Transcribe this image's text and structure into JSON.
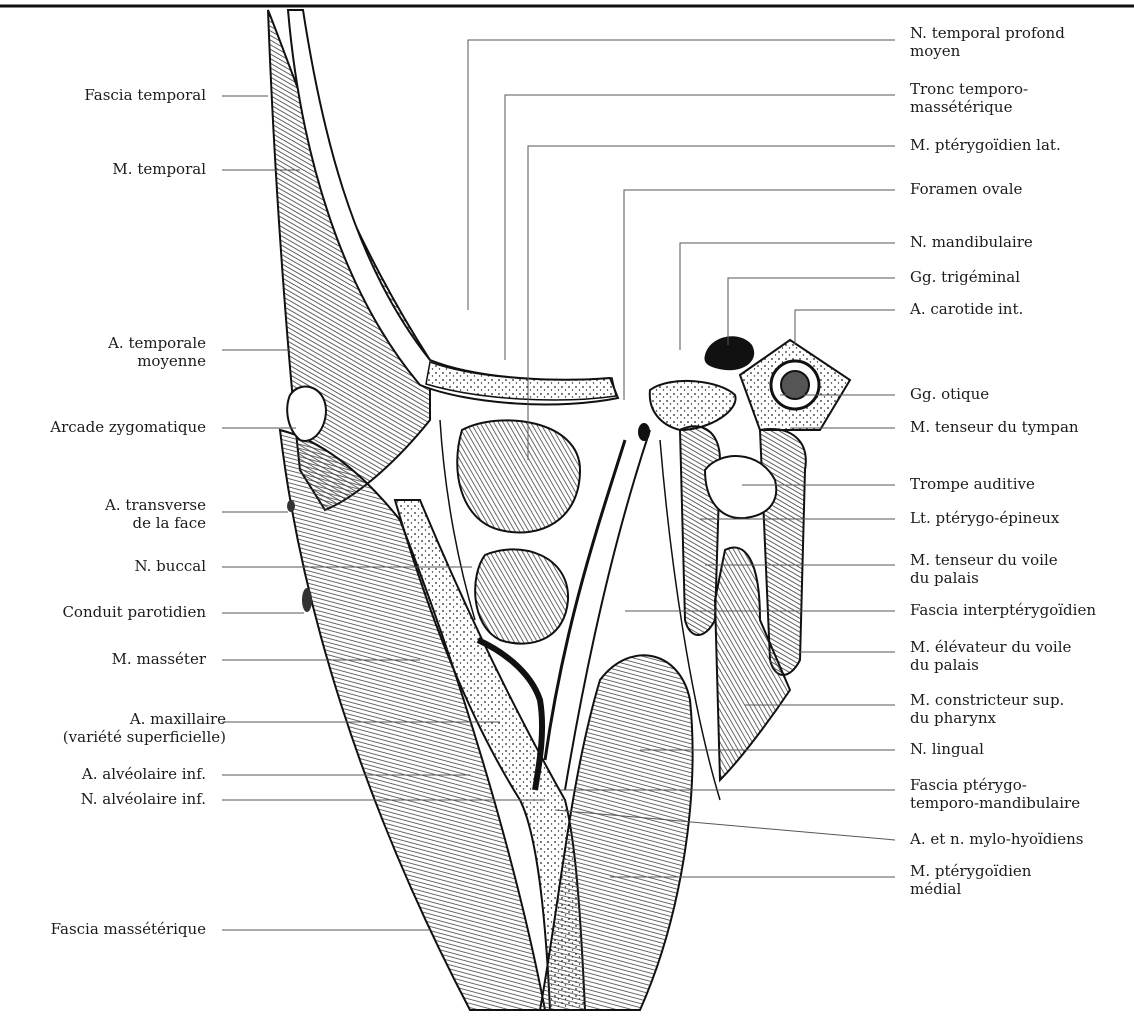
{
  "left_labels": [
    {
      "id": "fascia-temporal",
      "text": "Fascia temporal"
    },
    {
      "id": "m-temporal",
      "text": "M. temporal"
    },
    {
      "id": "a-temporale-moyenne",
      "lines": [
        "A. temporale",
        "moyenne"
      ]
    },
    {
      "id": "arcade-zygomatique",
      "text": "Arcade zygomatique"
    },
    {
      "id": "a-transverse-face",
      "lines": [
        "A. transverse",
        "de la face"
      ]
    },
    {
      "id": "n-buccal",
      "text": "N. buccal"
    },
    {
      "id": "conduit-parotidien",
      "text": "Conduit parotidien"
    },
    {
      "id": "m-masseter",
      "text": "M. masséter"
    },
    {
      "id": "a-maxillaire",
      "lines": [
        "A. maxillaire",
        "(variété superficielle)"
      ]
    },
    {
      "id": "a-alveolaire-inf",
      "text": "A. alvéolaire inf."
    },
    {
      "id": "n-alveolaire-inf",
      "text": "N. alvéolaire inf."
    },
    {
      "id": "fascia-masseterique",
      "text": "Fascia massétérique"
    }
  ],
  "right_labels": [
    {
      "id": "n-temporal-profond-moyen",
      "lines": [
        "N. temporal profond",
        "moyen"
      ]
    },
    {
      "id": "tronc-temporo-masseterique",
      "lines": [
        "Tronc temporo-",
        "massétérique"
      ]
    },
    {
      "id": "m-pterygoidien-lat",
      "text": "M. ptérygoïdien lat."
    },
    {
      "id": "foramen-ovale",
      "text": "Foramen ovale"
    },
    {
      "id": "n-mandibulaire",
      "text": "N. mandibulaire"
    },
    {
      "id": "gg-trigeminal",
      "text": "Gg. trigéminal"
    },
    {
      "id": "a-carotide-int",
      "text": "A. carotide int."
    },
    {
      "id": "gg-otique",
      "text": "Gg. otique"
    },
    {
      "id": "m-tenseur-tympan",
      "text": "M. tenseur du tympan"
    },
    {
      "id": "trompe-auditive",
      "text": "Trompe auditive"
    },
    {
      "id": "lt-pterygo-epineux",
      "text": "Lt. ptérygo-épineux"
    },
    {
      "id": "m-tenseur-voile",
      "lines": [
        "M. tenseur du voile",
        "du palais"
      ]
    },
    {
      "id": "fascia-interpterygoidien",
      "text": "Fascia interptérygoïdien"
    },
    {
      "id": "m-elevateur-voile",
      "lines": [
        "M. élévateur du voile",
        "du palais"
      ]
    },
    {
      "id": "m-constricteur-sup",
      "lines": [
        "M. constricteur sup.",
        "du pharynx"
      ]
    },
    {
      "id": "n-lingual",
      "text": "N. lingual"
    },
    {
      "id": "fascia-pterygo-temporo",
      "lines": [
        "Fascia ptérygo-",
        "temporo-mandibulaire"
      ]
    },
    {
      "id": "a-n-mylo-hyoidiens",
      "text": "A. et n. mylo-hyoïdiens"
    },
    {
      "id": "m-pterygoidien-medial",
      "lines": [
        "M. ptérygoïdien",
        "médial"
      ]
    }
  ],
  "colors": {
    "ink": "#1b1b1b",
    "hatch": "#2a2a2a",
    "fill_light": "#ffffff",
    "fill_shaded": "#8a8a8a"
  }
}
